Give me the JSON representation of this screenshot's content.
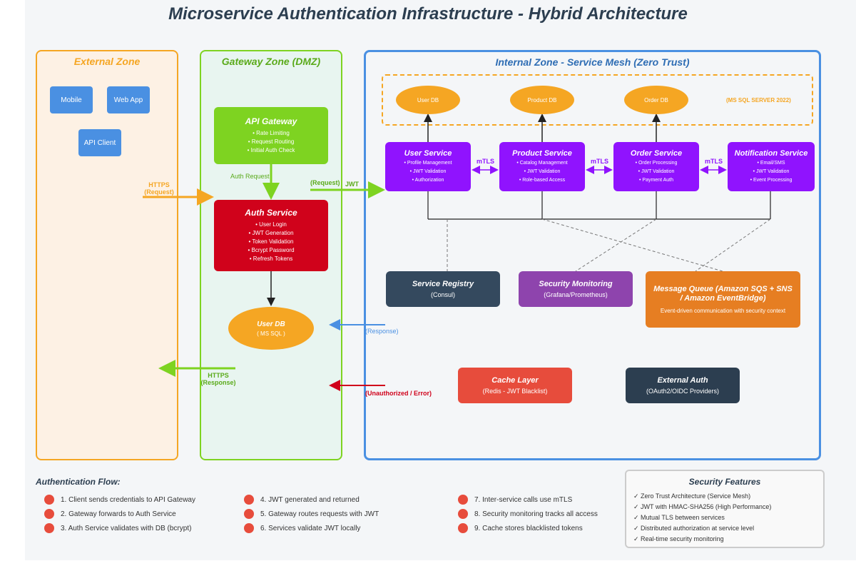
{
  "title": "Microservice Authentication Infrastructure - Hybrid Architecture",
  "zones": {
    "external": "External Zone",
    "gateway": "Gateway Zone (DMZ)",
    "internal": "Internal Zone - Service Mesh (Zero Trust)"
  },
  "clients": {
    "mobile": "Mobile",
    "web": "Web App",
    "api": "API Client"
  },
  "api_gateway": {
    "title": "API Gateway",
    "items": [
      "• Rate Limiting",
      "• Request Routing",
      "• Initial Auth Check"
    ]
  },
  "auth_service": {
    "title": "Auth Service",
    "items": [
      "• User Login",
      "• JWT Generation",
      "• Token Validation",
      "• Bcrypt Password",
      "• Refresh Tokens"
    ]
  },
  "gateway_db": {
    "title": "User DB",
    "sub": "( MS SQL )"
  },
  "dbs": {
    "user": "User DB",
    "product": "Product DB",
    "order": "Order DB",
    "server_label": "(MS SQL SERVER 2022)"
  },
  "services": [
    {
      "title": "User Service",
      "items": [
        "• Profile Management",
        "• JWT Validation",
        "• Authorization"
      ]
    },
    {
      "title": "Product Service",
      "items": [
        "• Catalog Management",
        "• JWT Validation",
        "• Role-based Access"
      ]
    },
    {
      "title": "Order Service",
      "items": [
        "• Order Processing",
        "• JWT Validation",
        "• Payment Auth"
      ]
    },
    {
      "title": "Notification Service",
      "items": [
        "• Email/SMS",
        "• JWT Validation",
        "• Event Processing"
      ]
    }
  ],
  "mtls_label": "mTLS",
  "infra": {
    "registry": {
      "title": "Service Registry",
      "sub": "(Consul)"
    },
    "monitoring": {
      "title": "Security Monitoring",
      "sub": "(Grafana/Prometheus)"
    },
    "queue": {
      "title": "Message Queue (Amazon SQS + SNS / Amazon EventBridge)",
      "sub": "Event-driven communication with security context"
    },
    "cache": {
      "title": "Cache Layer",
      "sub": "(Redis - JWT Blacklist)"
    },
    "external_auth": {
      "title": "External Auth",
      "sub": "(OAuth2/OIDC Providers)"
    }
  },
  "arrows": {
    "https_request_1": "HTTPS",
    "https_request_2": "(Request)",
    "auth_request": "Auth Request",
    "request": "(Request)",
    "jwt": "JWT",
    "response": "(Response)",
    "https_response_1": "HTTPS",
    "https_response_2": "(Response)",
    "unauthorized": "(Unauthorized / Error)"
  },
  "auth_flow": {
    "heading": "Authentication Flow:",
    "steps": [
      "1. Client sends credentials to API Gateway",
      "2. Gateway forwards to Auth Service",
      "3. Auth Service validates with DB (bcrypt)",
      "4. JWT generated and returned",
      "5. Gateway routes requests with JWT",
      "6. Services validate JWT locally",
      "7. Inter-service calls use mTLS",
      "8. Security monitoring tracks all access",
      "9. Cache stores blacklisted tokens"
    ]
  },
  "security_features": {
    "heading": "Security Features",
    "items": [
      "✓ Zero Trust Architecture (Service Mesh)",
      "✓ JWT with HMAC-SHA256 (High Performance)",
      "✓ Mutual TLS between services",
      "✓ Distributed authorization at service level",
      "✓ Real-time security monitoring"
    ]
  },
  "colors": {
    "external": "#f5a623",
    "gateway": "#7ed321",
    "internal": "#4a90e2",
    "api_gateway": "#7ed321",
    "auth": "#d0021b",
    "service": "#9013fe",
    "db": "#f5a623",
    "dark": "#34495e",
    "monitor": "#8e44ad",
    "queue": "#e67e22",
    "cache": "#e74c3c"
  }
}
